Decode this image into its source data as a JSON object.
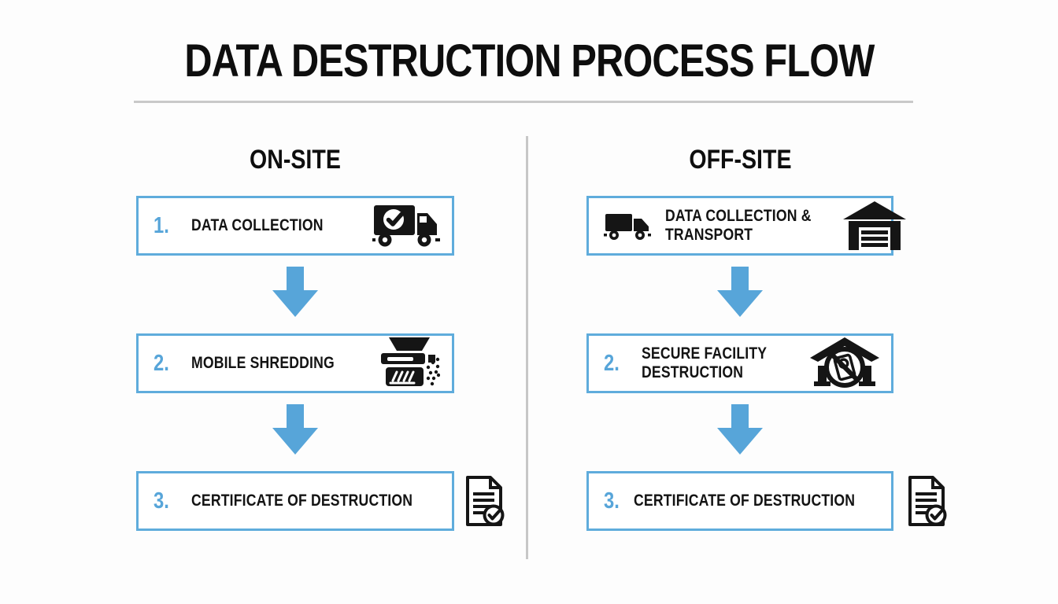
{
  "title": "DATA DESTRUCTION PROCESS FLOW",
  "columns": [
    {
      "header": "ON-SITE",
      "steps": [
        {
          "number": "1.",
          "label_lines": [
            "DATA COLLECTION"
          ],
          "icon": "truck-check-icon"
        },
        {
          "number": "2.",
          "label_lines": [
            "MOBILE SHREDDING"
          ],
          "icon": "shredder-icon"
        },
        {
          "number": "3.",
          "label_lines": [
            "CERTIFICATE OF DESTRUCTION"
          ],
          "icon": "document-check-icon"
        }
      ]
    },
    {
      "header": "OFF-SITE",
      "steps": [
        {
          "number": "",
          "label_lines": [
            "DATA COLLECTION &",
            "TRANSPORT"
          ],
          "icon_left": "truck-icon",
          "icon": "warehouse-icon"
        },
        {
          "number": "2.",
          "label_lines": [
            "SECURE FACILITY",
            "DESTRUCTION"
          ],
          "icon": "no-access-facility-icon"
        },
        {
          "number": "3.",
          "label_lines": [
            "CERTIFICATE OF DESTRUCTION"
          ],
          "icon": "document-check-icon"
        }
      ]
    }
  ],
  "icons": [
    "truck-check-icon",
    "shredder-icon",
    "document-check-icon",
    "truck-icon",
    "warehouse-icon",
    "no-access-facility-icon",
    "down-arrow-icon"
  ],
  "colors": {
    "accent_blue": "#57A5D9",
    "box_border_blue": "#5FACDC",
    "text_black": "#141414",
    "divider_gray": "#C9C9C9",
    "background": "#FDFDFD"
  }
}
